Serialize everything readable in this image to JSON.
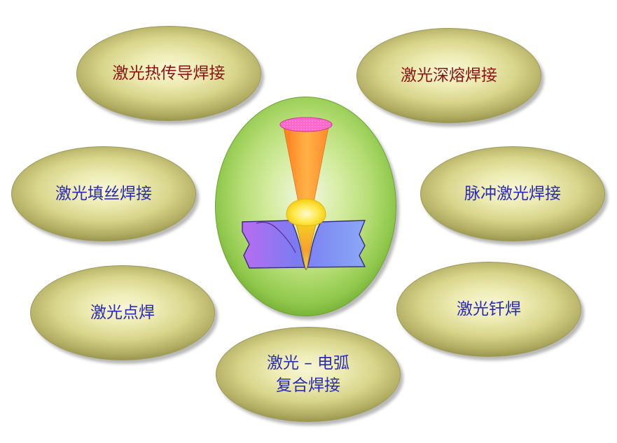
{
  "ovals": {
    "top_left": "激光热传导焊接",
    "top_right": "激光深熔焊接",
    "mid_left": "激光填丝焊接",
    "mid_right": "脉冲激光焊接",
    "low_left": "激光点焊",
    "low_right": "激光钎焊",
    "bottom": "激光 – 电弧\n复合焊接"
  },
  "colors": {
    "label_dark_red": "#8a1414",
    "label_blue": "#2a2ab8",
    "oval_olive": "#d7d48a",
    "center_green": "#b6dd75",
    "laser_beam": "#ff9a33",
    "workpiece": "#8c7cf0"
  }
}
